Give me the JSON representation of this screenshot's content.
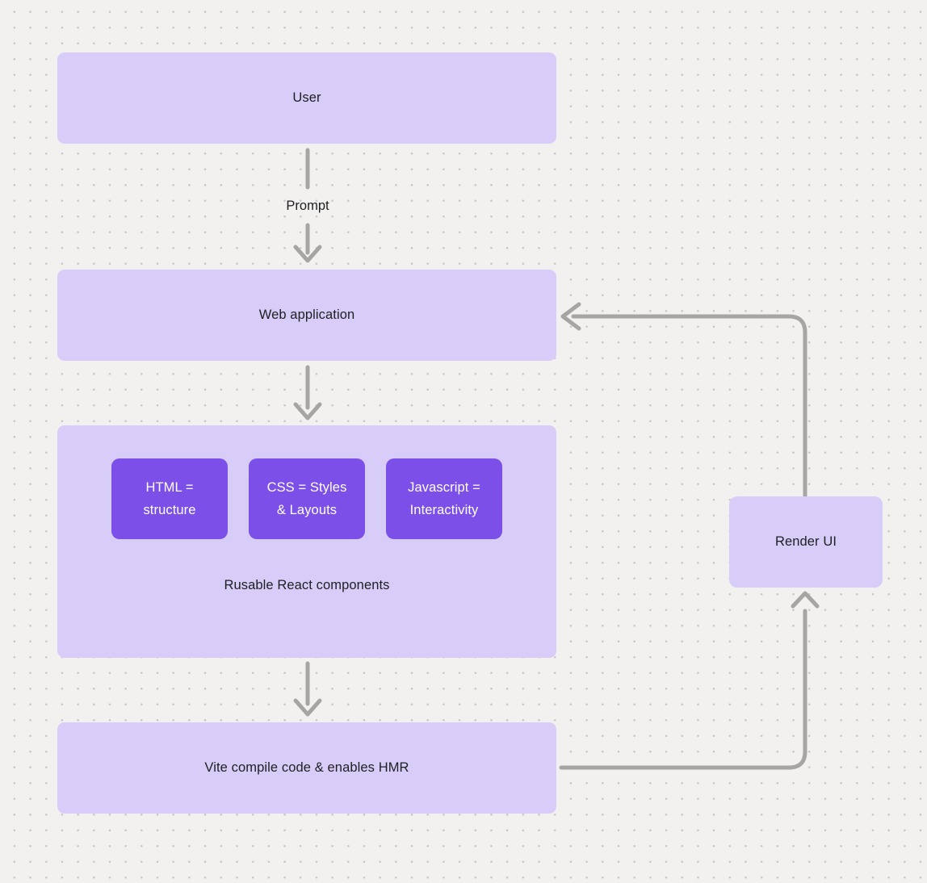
{
  "colors": {
    "canvas_background": "#f2f1ef",
    "grid_dot": "#c9c7c5",
    "node_fill": "#d7cdf8",
    "node_text": "#1f1f22",
    "accent_node_fill": "#7c50e8",
    "accent_node_text": "#ffffff",
    "connector": "#a6a5a4"
  },
  "nodes": {
    "user": {
      "label": "User"
    },
    "web_application": {
      "label": "Web application"
    },
    "components_group": {
      "caption": "Rusable React components",
      "items": [
        {
          "line1": "HTML =",
          "line2": "structure"
        },
        {
          "line1": "CSS = Styles",
          "line2": "& Layouts"
        },
        {
          "line1": "Javascript =",
          "line2": "Interactivity"
        }
      ]
    },
    "vite": {
      "label": "Vite compile code & enables HMR"
    },
    "render_ui": {
      "label": "Render UI"
    }
  },
  "edges": {
    "prompt_label": "Prompt"
  }
}
